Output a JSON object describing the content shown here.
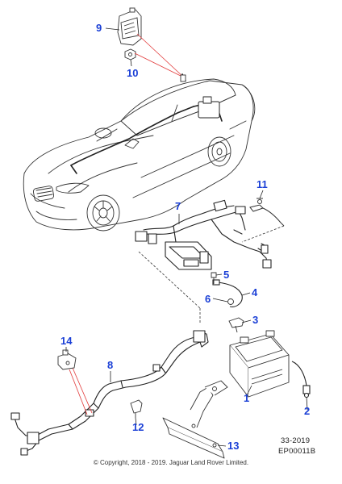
{
  "callouts": [
    {
      "id": "c1",
      "label": "1"
    },
    {
      "id": "c2",
      "label": "2"
    },
    {
      "id": "c3",
      "label": "3"
    },
    {
      "id": "c4",
      "label": "4"
    },
    {
      "id": "c5",
      "label": "5"
    },
    {
      "id": "c6",
      "label": "6"
    },
    {
      "id": "c7",
      "label": "7"
    },
    {
      "id": "c8",
      "label": "8"
    },
    {
      "id": "c9",
      "label": "9"
    },
    {
      "id": "c10",
      "label": "10"
    },
    {
      "id": "c11",
      "label": "11"
    },
    {
      "id": "c12",
      "label": "12"
    },
    {
      "id": "c13",
      "label": "13"
    },
    {
      "id": "c14",
      "label": "14"
    }
  ],
  "reference": {
    "date_code": "33-2019",
    "illustration_id": "EP00011B"
  },
  "copyright": "© Copyright, 2018 - 2019. Jaguar Land Rover Limited.",
  "colors": {
    "callout": "#1a3fd6",
    "leader_highlight": "#e23a3a",
    "line_art": "#333333"
  }
}
